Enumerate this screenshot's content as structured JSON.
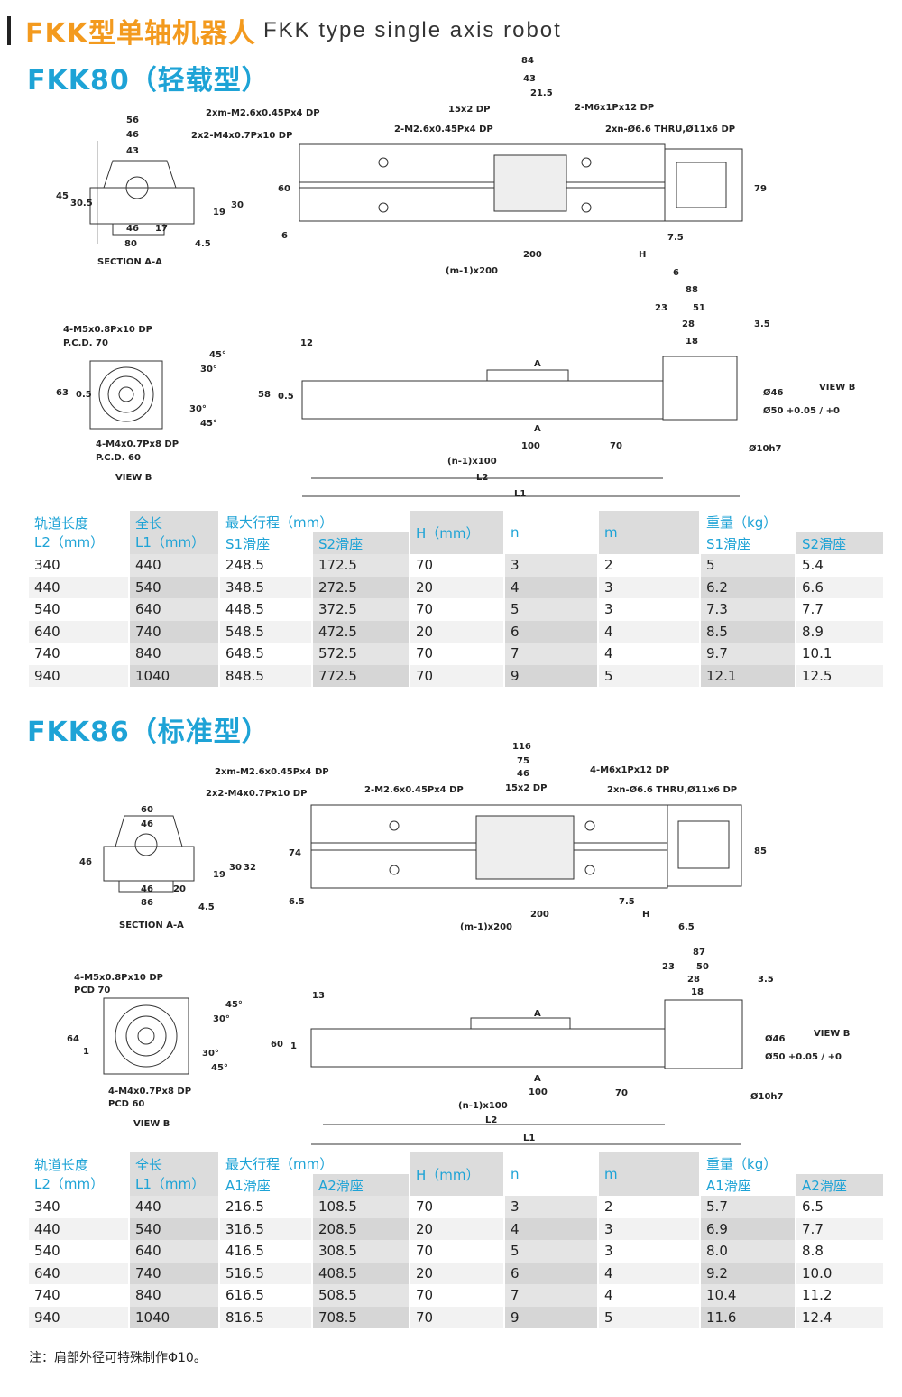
{
  "header": {
    "title_cn": "FKK型单轴机器人",
    "title_en": "FKK type single axis robot"
  },
  "fkk80": {
    "title": "FKK80（轻载型）",
    "labels": {
      "section_dims": [
        "56",
        "46",
        "43",
        "45",
        "30.5",
        "19",
        "30",
        "46",
        "17",
        "80",
        "4.5"
      ],
      "section": "SECTION A-A",
      "top_dims": [
        "84",
        "43",
        "21.5",
        "15x2 DP",
        "2-M6x1Px12 DP",
        "2-M2.6x0.45Px4 DP",
        "2xn-Ø6.6 THRU,Ø11x6 DP",
        "2xm-M2.6x0.45Px4 DP",
        "2x2-M4x0.7Px10 DP",
        "60",
        "79",
        "6",
        "7.5",
        "200",
        "H",
        "(m-1)x200",
        "6"
      ],
      "viewb_dims": [
        "4-M5x0.8Px10 DP",
        "P.C.D. 70",
        "45°",
        "30°",
        "63",
        "0.5",
        "30°",
        "45°",
        "4-M4x0.7Px8 DP",
        "P.C.D. 60",
        "VIEW B"
      ],
      "side_dims": [
        "88",
        "23",
        "51",
        "28",
        "3.5",
        "18",
        "12",
        "58",
        "0.5",
        "A",
        "Ø46",
        "Ø50 +0.05 / +0",
        "VIEW B",
        "A",
        "100",
        "70",
        "Ø10h7",
        "(n-1)x100",
        "L2",
        "L1"
      ]
    },
    "table": {
      "h_l2": [
        "轨道长度",
        "L2（mm）"
      ],
      "h_l1": [
        "全长",
        "L1（mm）"
      ],
      "h_stroke": "最大行程（mm）",
      "h_stroke_a": "S1滑座",
      "h_stroke_b": "S2滑座",
      "h_h": "H（mm）",
      "h_n": "n",
      "h_m": "m",
      "h_weight": "重量（kg）",
      "h_weight_a": "S1滑座",
      "h_weight_b": "S2滑座",
      "rows": [
        [
          "340",
          "440",
          "248.5",
          "172.5",
          "70",
          "3",
          "2",
          "5",
          "5.4"
        ],
        [
          "440",
          "540",
          "348.5",
          "272.5",
          "20",
          "4",
          "3",
          "6.2",
          "6.6"
        ],
        [
          "540",
          "640",
          "448.5",
          "372.5",
          "70",
          "5",
          "3",
          "7.3",
          "7.7"
        ],
        [
          "640",
          "740",
          "548.5",
          "472.5",
          "20",
          "6",
          "4",
          "8.5",
          "8.9"
        ],
        [
          "740",
          "840",
          "648.5",
          "572.5",
          "70",
          "7",
          "4",
          "9.7",
          "10.1"
        ],
        [
          "940",
          "1040",
          "848.5",
          "772.5",
          "70",
          "9",
          "5",
          "12.1",
          "12.5"
        ]
      ]
    }
  },
  "fkk86": {
    "title": "FKK86（标准型）",
    "labels": {
      "section_dims": [
        "60",
        "46",
        "46",
        "19",
        "30",
        "32",
        "46",
        "20",
        "86",
        "4.5"
      ],
      "section": "SECTION A-A",
      "top_dims": [
        "116",
        "75",
        "46",
        "15x2 DP",
        "4-M6x1Px12 DP",
        "2-M2.6x0.45Px4 DP",
        "2xn-Ø6.6 THRU,Ø11x6 DP",
        "2xm-M2.6x0.45Px4 DP",
        "2x2-M4x0.7Px10 DP",
        "74",
        "85",
        "6.5",
        "7.5",
        "200",
        "H",
        "(m-1)x200",
        "6.5"
      ],
      "viewb_dims": [
        "4-M5x0.8Px10 DP",
        "PCD 70",
        "45°",
        "30°",
        "64",
        "1",
        "30°",
        "45°",
        "4-M4x0.7Px8 DP",
        "PCD 60",
        "VIEW B"
      ],
      "side_dims": [
        "87",
        "23",
        "50",
        "28",
        "3.5",
        "18",
        "13",
        "60",
        "1",
        "A",
        "Ø46",
        "Ø50 +0.05 / +0",
        "VIEW B",
        "A",
        "100",
        "70",
        "Ø10h7",
        "(n-1)x100",
        "L2",
        "L1"
      ]
    },
    "table": {
      "h_l2": [
        "轨道长度",
        "L2（mm）"
      ],
      "h_l1": [
        "全长",
        "L1（mm）"
      ],
      "h_stroke": "最大行程（mm）",
      "h_stroke_a": "A1滑座",
      "h_stroke_b": "A2滑座",
      "h_h": "H（mm）",
      "h_n": "n",
      "h_m": "m",
      "h_weight": "重量（kg）",
      "h_weight_a": "A1滑座",
      "h_weight_b": "A2滑座",
      "rows": [
        [
          "340",
          "440",
          "216.5",
          "108.5",
          "70",
          "3",
          "2",
          "5.7",
          "6.5"
        ],
        [
          "440",
          "540",
          "316.5",
          "208.5",
          "20",
          "4",
          "3",
          "6.9",
          "7.7"
        ],
        [
          "540",
          "640",
          "416.5",
          "308.5",
          "70",
          "5",
          "3",
          "8.0",
          "8.8"
        ],
        [
          "640",
          "740",
          "516.5",
          "408.5",
          "20",
          "6",
          "4",
          "9.2",
          "10.0"
        ],
        [
          "740",
          "840",
          "616.5",
          "508.5",
          "70",
          "7",
          "4",
          "10.4",
          "11.2"
        ],
        [
          "940",
          "1040",
          "816.5",
          "708.5",
          "70",
          "9",
          "5",
          "11.6",
          "12.4"
        ]
      ]
    }
  },
  "note": "注：肩部外径可特殊制作Φ10。"
}
